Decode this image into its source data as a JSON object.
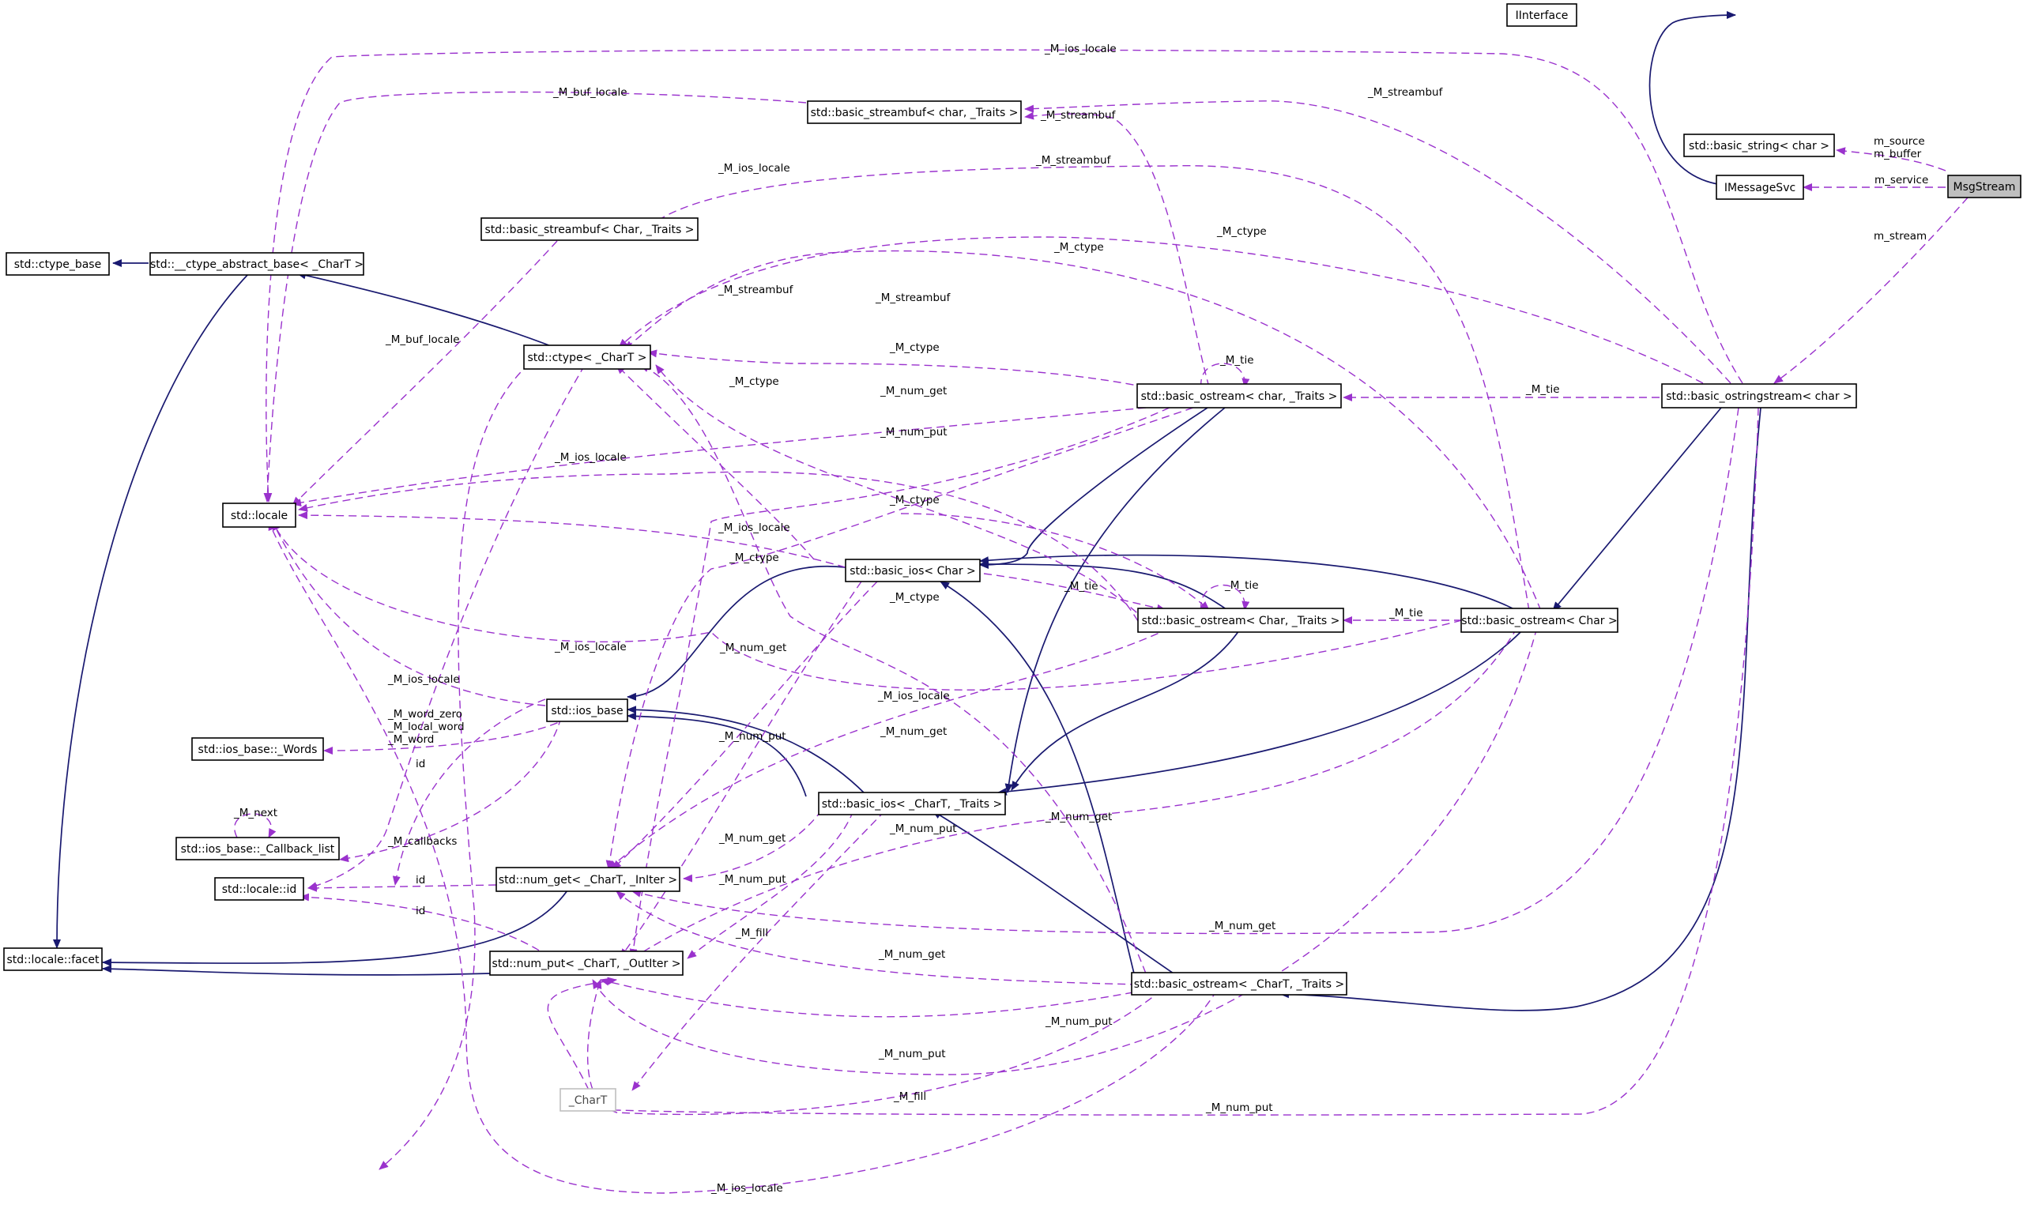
{
  "diagram_title": "",
  "colors": {
    "inheritance_edge": "#191970",
    "usage_edge": "#9a32cd",
    "focus_node_fill": "#bfbfbf"
  },
  "nodes": {
    "iinterface": "IInterface",
    "basic_string": "std::basic_string< char >",
    "imessagesvc": "IMessageSvc",
    "msgstream": "MsgStream",
    "streambuf_char_traits": "std::basic_streambuf< char, _Traits >",
    "streambuf_Char_traits": "std::basic_streambuf< Char, _Traits >",
    "ctype_base": "std::ctype_base",
    "ctype_abstract_base": "std::__ctype_abstract_base< _CharT >",
    "ctype": "std::ctype< _CharT >",
    "ostream_char_traits": "std::basic_ostream< char, _Traits >",
    "ostringstream": "std::basic_ostringstream< char >",
    "locale": "std::locale",
    "basic_ios_Char": "std::basic_ios< Char >",
    "ostream_Char_traits": "std::basic_ostream< Char, _Traits >",
    "ostream_Char": "std::basic_ostream< Char >",
    "ios_base": "std::ios_base",
    "ios_words": "std::ios_base::_Words",
    "basic_ios_CharT_traits": "std::basic_ios< _CharT, _Traits >",
    "callback_list": "std::ios_base::_Callback_list",
    "locale_id": "std::locale::id",
    "num_get": "std::num_get< _CharT, _InIter >",
    "locale_facet": "std::locale::facet",
    "num_put": "std::num_put< _CharT, _OutIter >",
    "ostream_CharT_traits": "std::basic_ostream< _CharT, _Traits >",
    "chart": "_CharT"
  },
  "edge_labels": {
    "m_source_buffer": "m_source\nm_buffer",
    "m_service": "m_service",
    "m_stream": "m_stream",
    "ios_locale": "_M_ios_locale",
    "buf_locale": "_M_buf_locale",
    "streambuf": "_M_streambuf",
    "ctype": "_M_ctype",
    "tie": "_M_tie",
    "num_get": "_M_num_get",
    "num_put": "_M_num_put",
    "fill": "_M_fill",
    "word_group": "_M_word_zero\n_M_local_word\n_M_word",
    "next": "_M_next",
    "callbacks": "_M_callbacks",
    "id": "id"
  }
}
